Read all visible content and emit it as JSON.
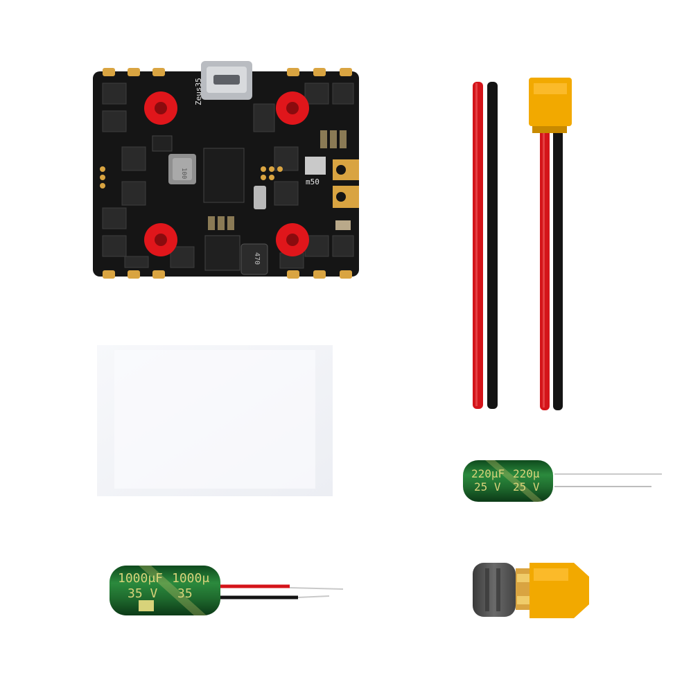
{
  "board": {
    "silkscreen": "Zeus35",
    "inductor_large": "100",
    "inductor_small": "470",
    "shunt_label": "m50"
  },
  "cap_small": {
    "label1": "220μF",
    "label2": "220μ",
    "voltage1": "25 V",
    "voltage2": "25 V"
  },
  "cap_large": {
    "label1": "1000μF",
    "label2": "1000μ",
    "voltage1": "35 V",
    "voltage2": "35"
  },
  "colors": {
    "pcb": "#151515",
    "pad_red": "#e0161b",
    "gold": "#d9a441",
    "wire_red": "#d4141a",
    "wire_black": "#141414",
    "xt_yellow": "#f2a900",
    "cap_green": "#1f6b2e",
    "background": "#ffffff"
  }
}
